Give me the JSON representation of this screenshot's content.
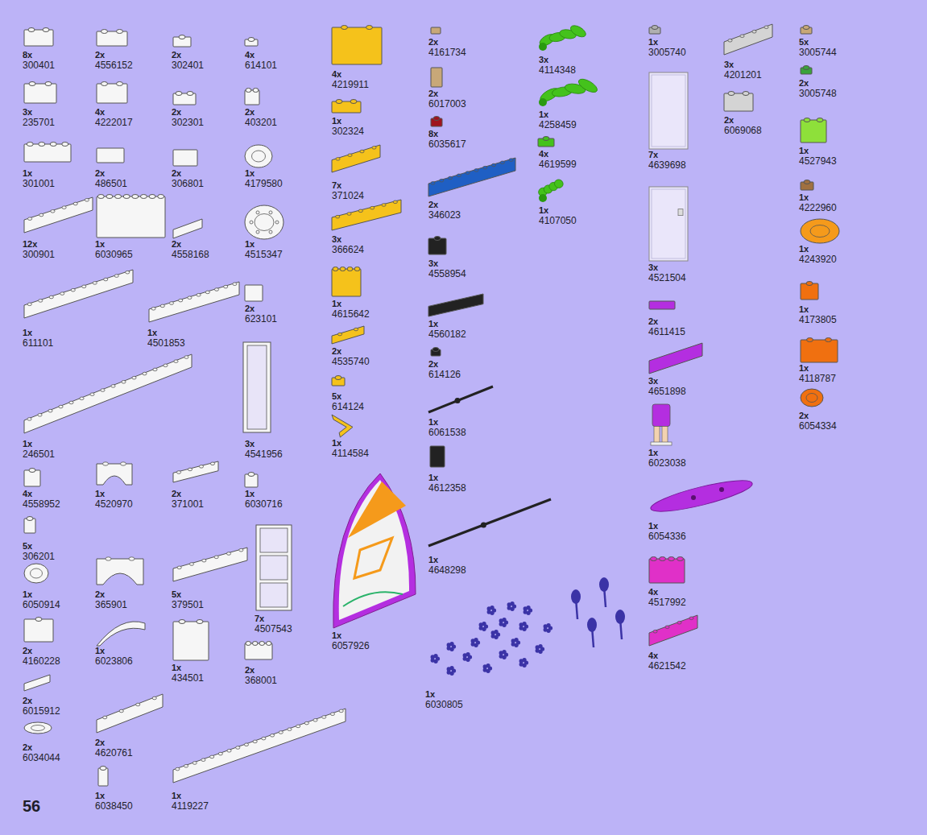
{
  "diagram": {
    "labels": [
      "8x",
      "300401",
      "3x",
      "235701",
      "1x",
      "301001",
      "12x",
      "300901",
      "1x",
      "611101",
      "1x",
      "246501",
      "4x",
      "4558952",
      "5x",
      "306201",
      "1x",
      "6050914",
      "2x",
      "4160228",
      "2x",
      "6015912",
      "2x",
      "6034044",
      "2x",
      "4556152",
      "4x",
      "4222017",
      "2x",
      "486501",
      "1x",
      "6030965",
      "1x",
      "4501853",
      "1x",
      "4520970",
      "2x",
      "365901",
      "1x",
      "6023806",
      "2x",
      "4620761",
      "1x",
      "6038450",
      "2x",
      "302401",
      "2x",
      "302301",
      "2x",
      "306801",
      "2x",
      "4558168",
      "2x",
      "623101",
      "3x",
      "4541956",
      "2x",
      "371001",
      "5x",
      "379501",
      "1x",
      "434501",
      "1x",
      "4119227",
      "4x",
      "614101",
      "2x",
      "403201",
      "1x",
      "4179580",
      "1x",
      "4515347",
      "1x",
      "6030716",
      "7x",
      "4507543",
      "2x",
      "368001",
      "4x",
      "4219911",
      "1x",
      "302324",
      "7x",
      "371024",
      "3x",
      "366624",
      "1x",
      "4615642",
      "2x",
      "4535740",
      "5x",
      "614124",
      "1x",
      "4114584",
      "1x",
      "6057926",
      "2x",
      "4161734",
      "2x",
      "6017003",
      "8x",
      "6035617",
      "2x",
      "346023",
      "3x",
      "4558954",
      "1x",
      "4560182",
      "2x",
      "614126",
      "1x",
      "6061538",
      "1x",
      "4612358",
      "1x",
      "4648298",
      "1x",
      "6030805",
      "3x",
      "4114348",
      "1x",
      "4258459",
      "4x",
      "4619599",
      "1x",
      "4107050",
      "1x",
      "3005740",
      "7x",
      "4639698",
      "3x",
      "4521504",
      "2x",
      "4611415",
      "3x",
      "4651898",
      "1x",
      "6023038",
      "1x",
      "6054336",
      "4x",
      "4517992",
      "4x",
      "4621542",
      "3x",
      "4201201",
      "2x",
      "6069068",
      "5x",
      "3005744",
      "2x",
      "3005748",
      "1x",
      "4527943",
      "1x",
      "4222960",
      "1x",
      "4243920",
      "1x",
      "4173805",
      "1x",
      "4118787",
      "2x",
      "6054334",
      "56"
    ]
  }
}
